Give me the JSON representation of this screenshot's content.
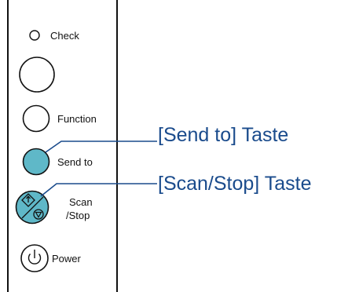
{
  "panel": {
    "check_label": "Check",
    "function_label": "Function",
    "send_to_label": "Send to",
    "scan_label_line1": "Scan",
    "scan_label_line2": "/Stop",
    "power_label": "Power"
  },
  "callouts": {
    "send_to": "[Send to] Taste",
    "scan_stop": "[Scan/Stop] Taste"
  },
  "colors": {
    "highlight_button": "#5fb8c8",
    "callout_text": "#1a4b8c",
    "callout_line": "#1a4b8c",
    "outline": "#111111"
  }
}
